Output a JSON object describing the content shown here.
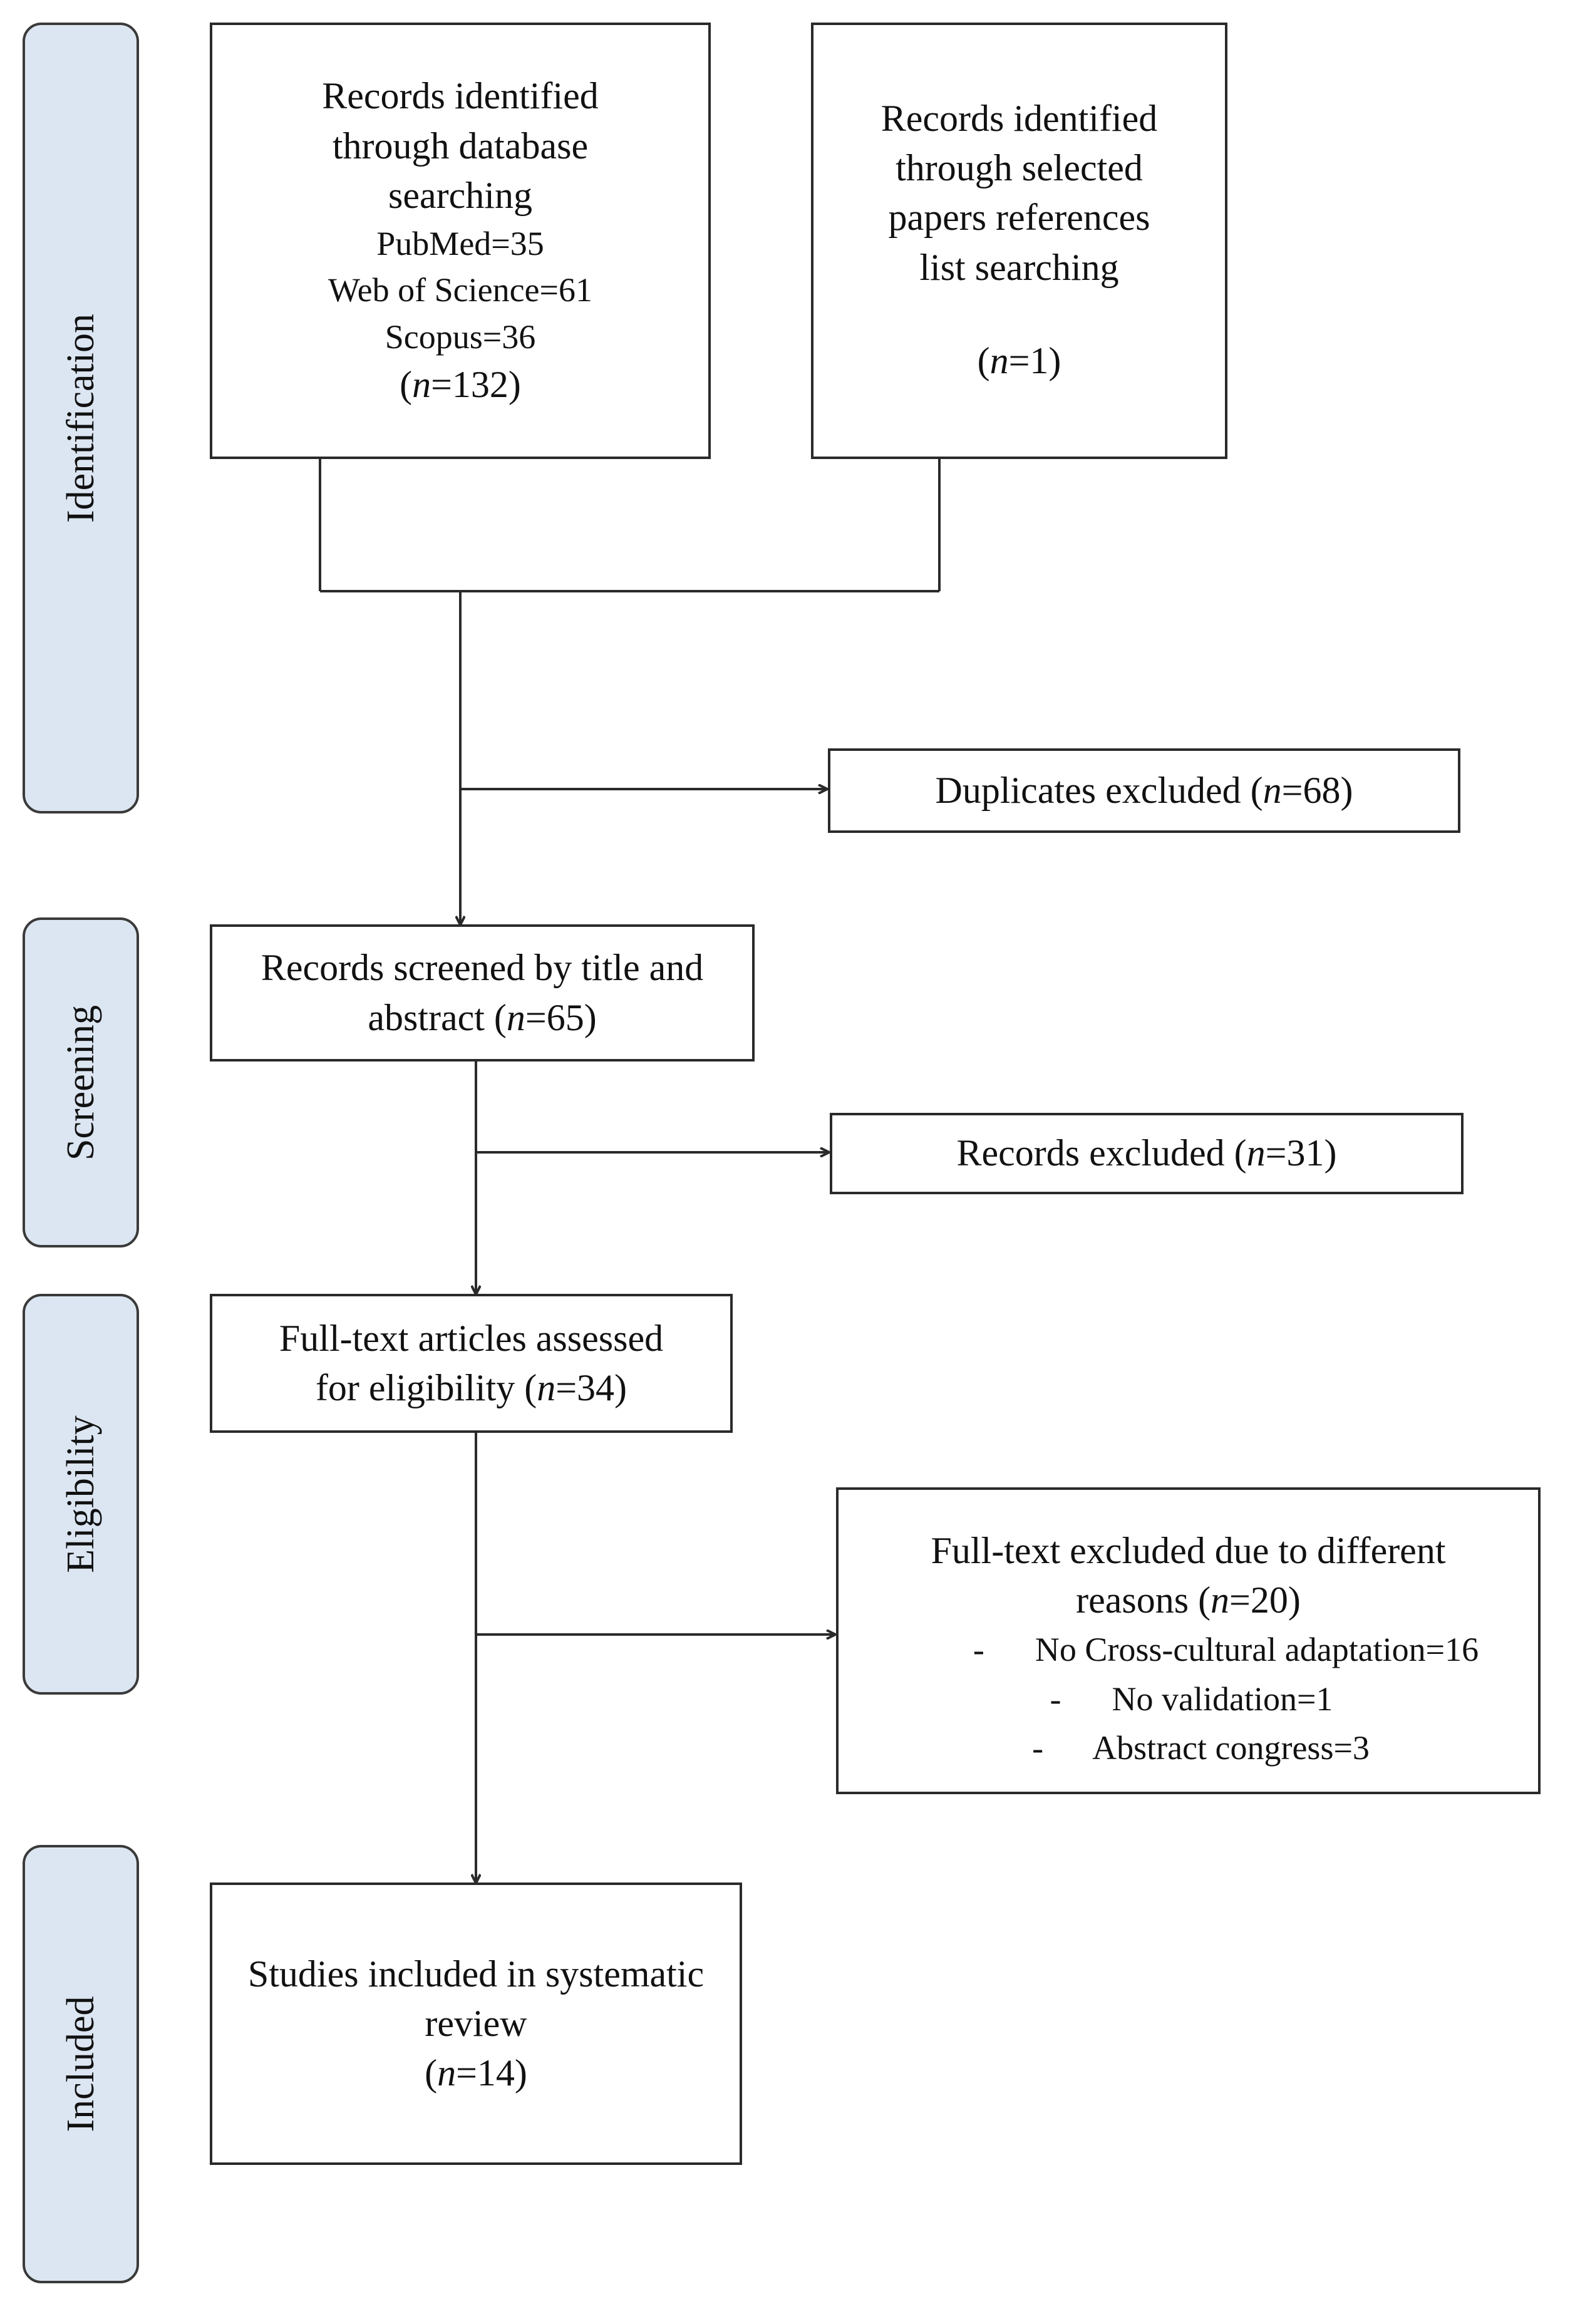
{
  "phases": {
    "identification": "Identification",
    "screening": "Screening",
    "eligibility": "Eligibility",
    "included": "Included"
  },
  "database_box": {
    "line1": "Records identified",
    "line2": "through database",
    "line3": "searching",
    "pubmed": "PubMed=35",
    "wos": "Web of Science=61",
    "scopus": "Scopus=36",
    "n_open": "(",
    "n_italic": "n",
    "n_rest": "=132)"
  },
  "references_box": {
    "line1": "Records identified",
    "line2": "through selected",
    "line3": "papers references",
    "line4": "list searching",
    "n_open": "(",
    "n_italic": "n",
    "n_rest": "=1)"
  },
  "duplicates_box": {
    "text": "Duplicates excluded (",
    "n_italic": "n",
    "n_rest": "=68)"
  },
  "screened_box": {
    "line1": "Records screened by title and",
    "line2": "abstract (",
    "n_italic": "n",
    "n_rest": "=65)"
  },
  "records_excluded_box": {
    "text": "Records excluded (",
    "n_italic": "n",
    "n_rest": "=31)"
  },
  "fulltext_box": {
    "line1": "Full-text articles assessed",
    "line2": "for eligibility (",
    "n_italic": "n",
    "n_rest": "=34)"
  },
  "fulltext_excluded_box": {
    "line1": "Full-text excluded due to different",
    "line2": "reasons (",
    "n_italic": "n",
    "n_rest": "=20)",
    "reasons": [
      "-      No Cross-cultural adaptation=16",
      "-      No validation=1",
      "-      Abstract congress=3"
    ]
  },
  "included_box": {
    "line1": "Studies included in systematic",
    "line2": "review",
    "n_open": "(",
    "n_italic": "n",
    "n_rest": "=14)"
  }
}
